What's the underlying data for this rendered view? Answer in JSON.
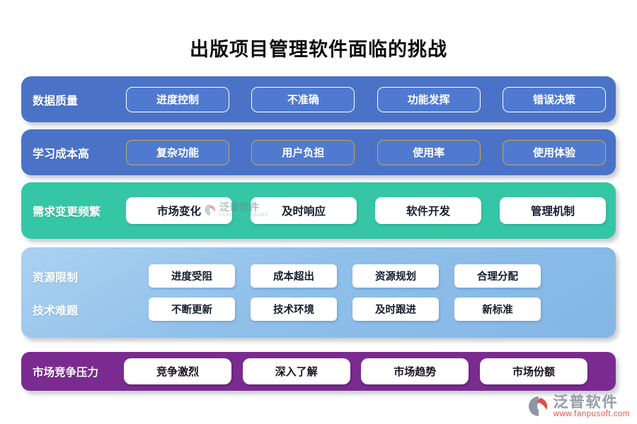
{
  "title": "出版项目管理软件面临的挑战",
  "rows": [
    {
      "label": "数据质量",
      "items": [
        "进度控制",
        "不准确",
        "功能发挥",
        "错误决策"
      ]
    },
    {
      "label": "学习成本高",
      "items": [
        "复杂功能",
        "用户负担",
        "使用率",
        "使用体验"
      ]
    },
    {
      "label": "需求变更频繁",
      "items": [
        "市场变化",
        "及时响应",
        "软件开发",
        "管理机制"
      ]
    },
    {
      "label": "资源限制",
      "items": [
        "进度受阻",
        "成本超出",
        "资源规划",
        "合理分配"
      ]
    },
    {
      "label": "技术难题",
      "items": [
        "不断更新",
        "技术环境",
        "及时跟进",
        "新标准"
      ]
    },
    {
      "label": "市场竞争压力",
      "items": [
        "竞争激烈",
        "深入了解",
        "市场趋势",
        "市场份额"
      ]
    }
  ],
  "colors": {
    "row_blue": "#4a73c8",
    "row_teal": "#35c7a5",
    "row_light_blue": "#8fc0ea",
    "row_purple": "#7b2b90",
    "button_border_gold": "#c7a84e",
    "button_border_white": "#ffffff",
    "logo_gray": "#989ea9",
    "logo_red": "#e0544a"
  },
  "watermark": {
    "name": "泛普软件",
    "sub": "FANPU SOFTWARE"
  },
  "logo": {
    "name": "泛普软件",
    "url": "www.fanpusoft.com"
  }
}
